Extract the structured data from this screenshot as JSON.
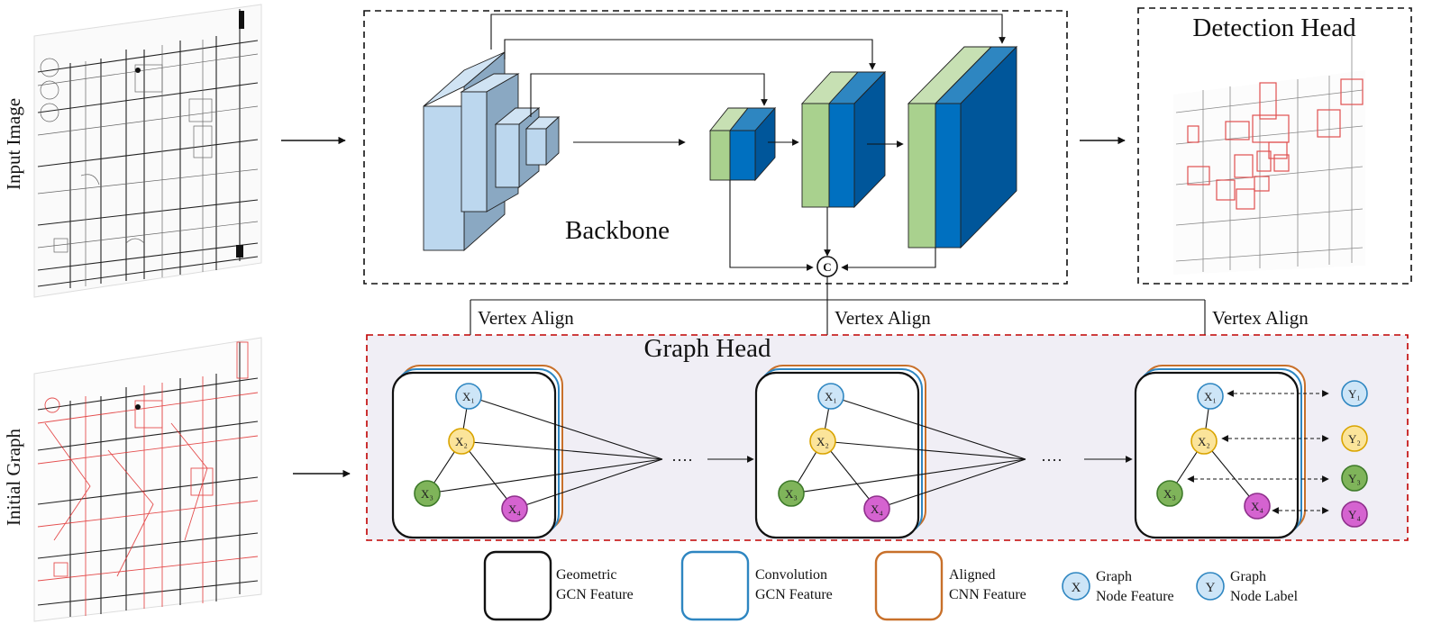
{
  "labels": {
    "input_image": "Input Image",
    "initial_graph": "Initial Graph",
    "backbone": "Backbone",
    "detection_head": "Detection Head",
    "graph_head": "Graph Head",
    "vertex_align": "Vertex Align",
    "concat": "C",
    "dots": "····"
  },
  "nodes": {
    "x1": "X₁",
    "x2": "X₂",
    "x3": "X₃",
    "x4": "X₄",
    "y1": "Y₁",
    "y2": "Y₂",
    "y3": "Y₃",
    "y4": "Y₄"
  },
  "legend": {
    "geometric_line1": "Geometric",
    "geometric_line2": "GCN Feature",
    "convolution_line1": "Convolution",
    "convolution_line2": "GCN Feature",
    "aligned_line1": "Aligned",
    "aligned_line2": "CNN Feature",
    "graph_node_feature_symbol": "X",
    "graph_node_feature_line1": "Graph",
    "graph_node_feature_line2": "Node Feature",
    "graph_node_label_symbol": "Y",
    "graph_node_label_line1": "Graph",
    "graph_node_label_line2": "Node Label"
  },
  "colors": {
    "light_blue": "#bcd7ee",
    "mid_blue": "#0070c0",
    "dark_blue": "#00569a",
    "green": "#a9d18e",
    "node_blue": "#cde5f7",
    "node_yellow": "#fbe49a",
    "node_green": "#7fb45a",
    "node_purple": "#d563d0",
    "red_dash": "#c00000",
    "graph_bg": "#f0eef5",
    "geo_border": "#111111",
    "conv_border": "#2e86c1",
    "aligned_border": "#c8702a",
    "bbox_red": "#e05050"
  }
}
